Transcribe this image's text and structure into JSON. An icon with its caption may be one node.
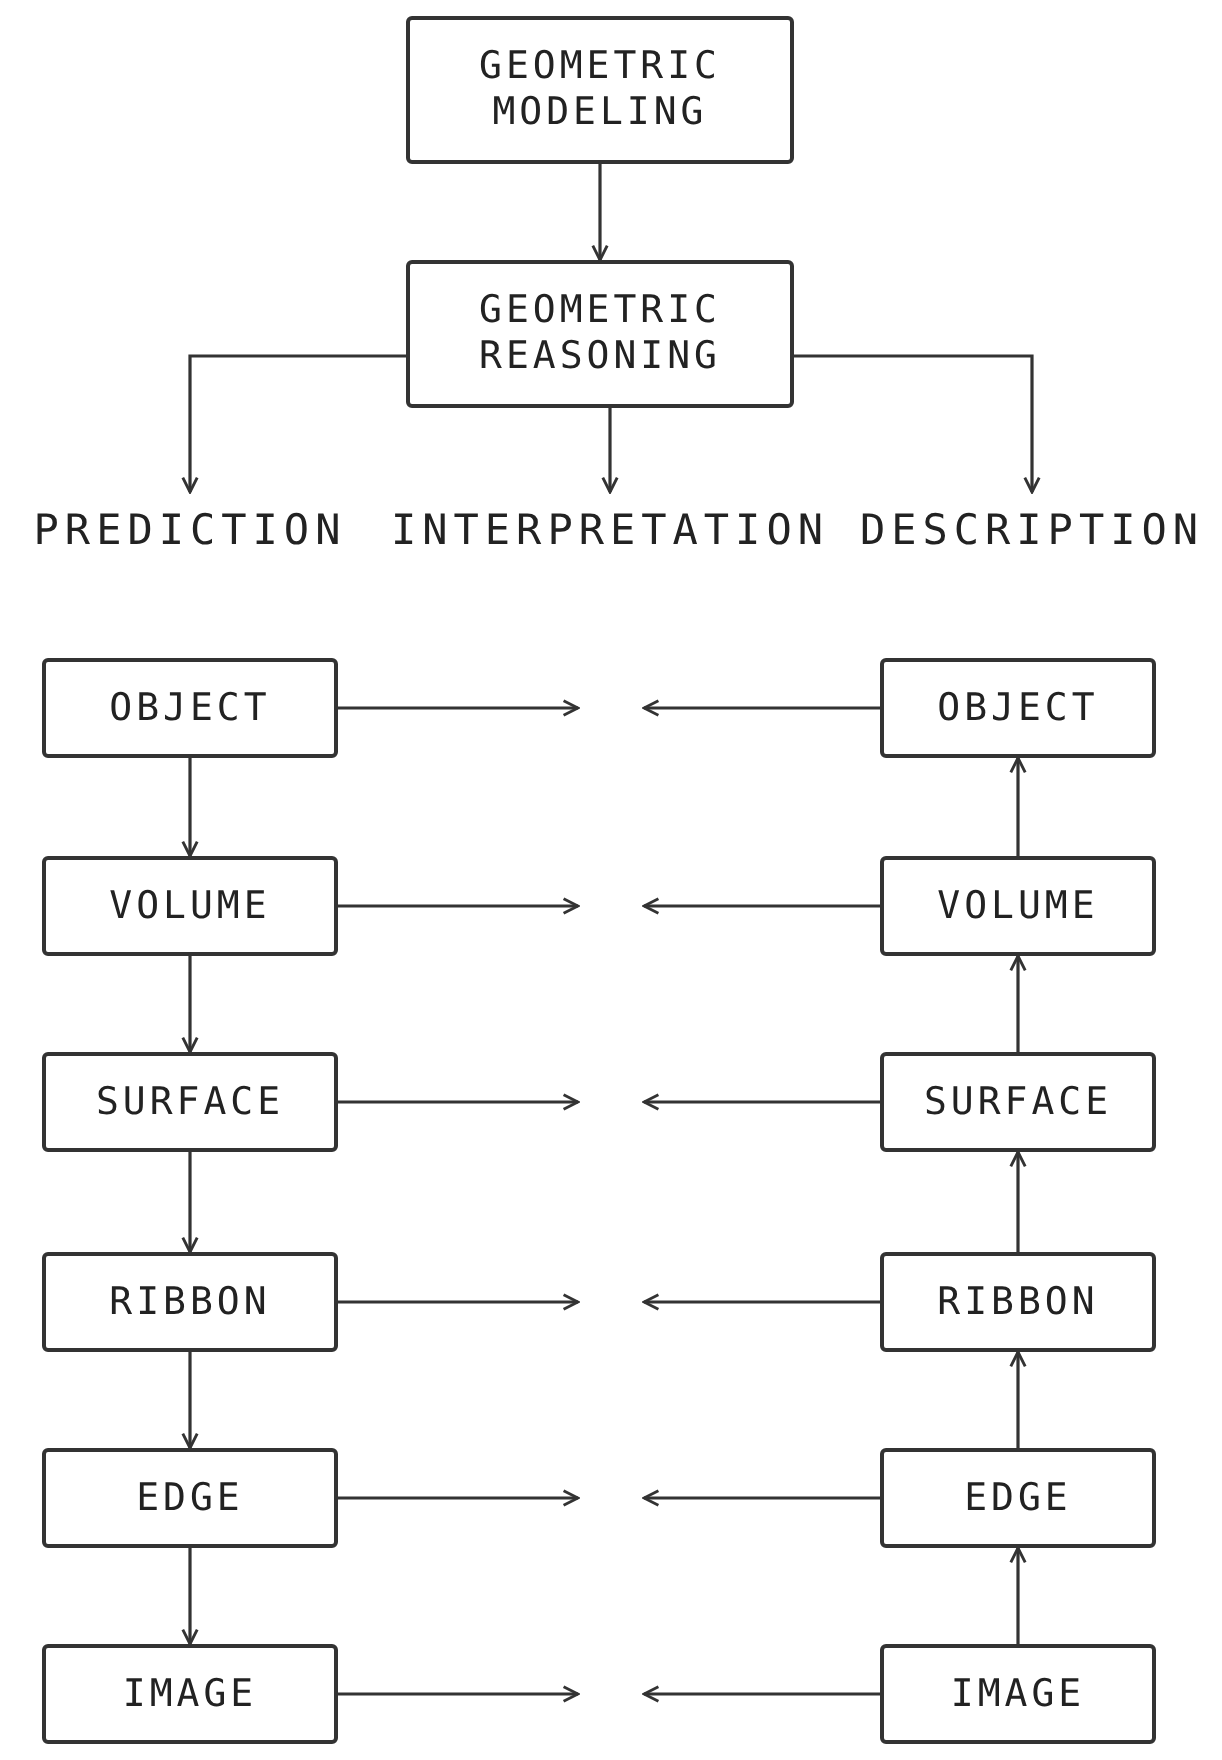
{
  "diagram": {
    "nodes": [
      {
        "text": [
          "GEOMETRIC MODELING"
        ]
      },
      {
        "text": [
          "GEOMETRIC REASONING"
        ]
      },
      {
        "text": [
          "PREDICTION"
        ]
      },
      {
        "text": [
          "INTERPRETATION"
        ]
      },
      {
        "text": [
          "DESCRIPTION"
        ]
      },
      {
        "text": [
          "OBJECT"
        ]
      },
      {
        "text": [
          "VOLUME"
        ]
      },
      {
        "text": [
          "SURFACE"
        ]
      },
      {
        "text": [
          "RIBBON"
        ]
      },
      {
        "text": [
          "EDGE"
        ]
      },
      {
        "text": [
          "IMAGE"
        ]
      },
      {
        "text": [
          "OBJECT"
        ]
      },
      {
        "text": [
          "VOLUME"
        ]
      },
      {
        "text": [
          "SURFACE"
        ]
      },
      {
        "text": [
          "RIBBON"
        ]
      },
      {
        "text": [
          "EDGE"
        ]
      },
      {
        "text": [
          "IMAGE"
        ]
      }
    ],
    "edges": [
      {
        "from": 0,
        "to": 1,
        "arrow": "to"
      },
      {
        "from": 1,
        "to": 2,
        "arrow": "to"
      },
      {
        "from": 1,
        "to": 3,
        "arrow": "to"
      },
      {
        "from": 1,
        "to": 4,
        "arrow": "to"
      },
      {
        "from": 5,
        "to": 6,
        "arrow": "to"
      },
      {
        "from": 6,
        "to": 7,
        "arrow": "to"
      },
      {
        "from": 7,
        "to": 8,
        "arrow": "to"
      },
      {
        "from": 8,
        "to": 9,
        "arrow": "to"
      },
      {
        "from": 9,
        "to": 10,
        "arrow": "to"
      },
      {
        "from": 16,
        "to": 15,
        "arrow": "to"
      },
      {
        "from": 15,
        "to": 14,
        "arrow": "to"
      },
      {
        "from": 14,
        "to": 13,
        "arrow": "to"
      },
      {
        "from": 13,
        "to": 12,
        "arrow": "to"
      },
      {
        "from": 12,
        "to": 11,
        "arrow": "to"
      },
      {
        "from": 5,
        "to": null,
        "arrow": "to"
      },
      {
        "from": 6,
        "to": null,
        "arrow": "to"
      },
      {
        "from": 7,
        "to": null,
        "arrow": "to"
      },
      {
        "from": 8,
        "to": null,
        "arrow": "to"
      },
      {
        "from": 9,
        "to": null,
        "arrow": "to"
      },
      {
        "from": 10,
        "to": null,
        "arrow": "to"
      },
      {
        "from": 11,
        "to": null,
        "arrow": "to"
      },
      {
        "from": 12,
        "to": null,
        "arrow": "to"
      },
      {
        "from": 13,
        "to": null,
        "arrow": "to"
      },
      {
        "from": 14,
        "to": null,
        "arrow": "to"
      },
      {
        "from": 15,
        "to": null,
        "arrow": "to"
      },
      {
        "from": 16,
        "to": null,
        "arrow": "to"
      }
    ]
  }
}
